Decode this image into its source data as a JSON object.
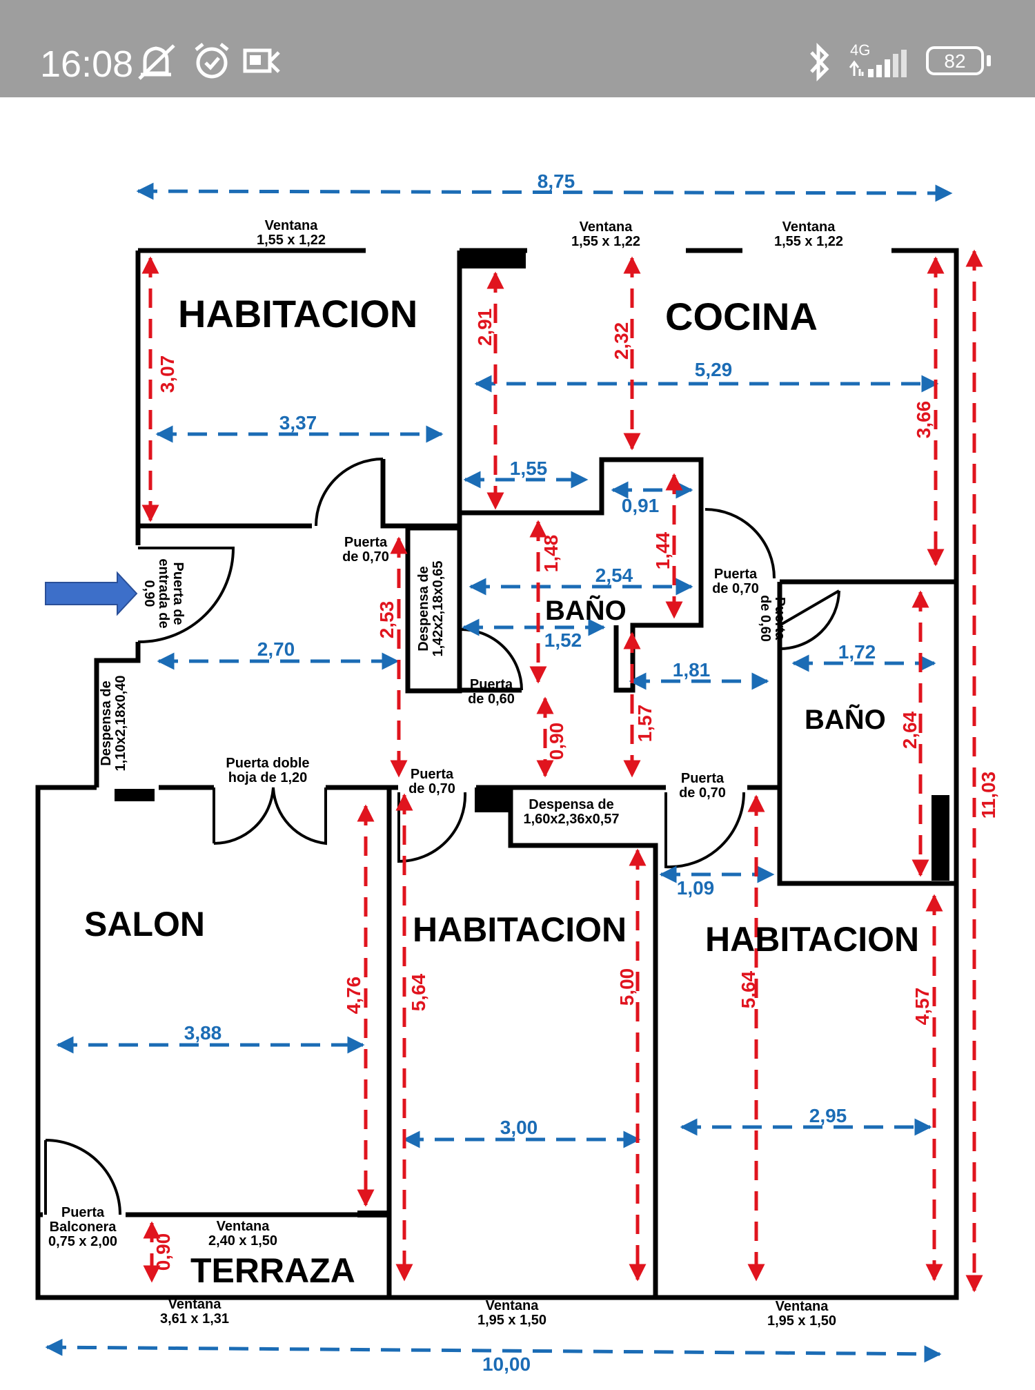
{
  "status_bar": {
    "time": "16:08",
    "network": "4G",
    "battery": "82",
    "icons": [
      "muted-bell-icon",
      "alarm-icon",
      "cast-icon",
      "bluetooth-icon",
      "signal-icon",
      "battery-icon"
    ]
  },
  "colors": {
    "horizontal_dimension": "#1b6cb5",
    "vertical_dimension": "#e0141e",
    "wall": "#000000",
    "entry_arrow": "#3d6fc9",
    "status_bar": "#9e9e9e"
  },
  "rooms": {
    "habitacion_top": "HABITACION",
    "cocina": "COCINA",
    "bano_center": "BAÑO",
    "bano_right": "BAÑO",
    "salon": "SALON",
    "habitacion_mid": "HABITACION",
    "habitacion_right": "HABITACION",
    "terraza": "TERRAZA"
  },
  "windows": {
    "top_left": [
      "Ventana",
      "1,55 x 1,22"
    ],
    "top_mid": [
      "Ventana",
      "1,55 x 1,22"
    ],
    "top_right": [
      "Ventana",
      "1,55 x 1,22"
    ],
    "terrace_inner": [
      "Ventana",
      "2,40 x 1,50"
    ],
    "bottom_left": [
      "Ventana",
      "3,61 x 1,31"
    ],
    "bottom_mid": [
      "Ventana",
      "1,95 x 1,50"
    ],
    "bottom_right": [
      "Ventana",
      "1,95 x 1,50"
    ]
  },
  "doors": {
    "entrada": [
      "Puerta de",
      "entrada de",
      "0,90"
    ],
    "habitacion_top": [
      "Puerta",
      "de  0,70"
    ],
    "bano_center": [
      "Puerta",
      "de  0,60"
    ],
    "cocina": [
      "Puerta",
      "de  0,70"
    ],
    "bano_right": [
      "Puerta",
      "de 0,60"
    ],
    "salon_double": [
      "Puerta doble",
      "hoja de  1,20"
    ],
    "habitacion_mid": [
      "Puerta",
      "de  0,70"
    ],
    "habitacion_right": [
      "Puerta",
      "de  0,70"
    ],
    "balconera": [
      "Puerta",
      "Balconera",
      "0,75 x 2,00"
    ]
  },
  "storage": {
    "center": [
      "Despensa de",
      "1,42x2,18x0,65"
    ],
    "left": [
      "Despensa de",
      "1,10x2,18x0,40"
    ],
    "lower": [
      "Despensa de",
      "1,60x2,36x0,57"
    ]
  },
  "dimensions": {
    "total_width_top": "8,75",
    "total_width_bottom": "10,00",
    "total_height": "11,03",
    "habitacion_top_w": "3,37",
    "habitacion_top_h": "3,07",
    "cocina_h_left": "2,91",
    "cocina_h_mid": "2,32",
    "cocina_w": "5,29",
    "cocina_h_right": "3,66",
    "cocina_alcove_w": "1,55",
    "bano_w_top": "0,91",
    "bano_h_left": "1,48",
    "bano_h_right": "1,44",
    "bano_w": "2,54",
    "bano_w_low": "1,52",
    "hall_w": "2,70",
    "hall_h": "2,53",
    "hall_gap": "0,90",
    "hall_h_right": "1,57",
    "hall_w_right": "1,81",
    "bano_right_w": "1,72",
    "bano_right_h": "2,64",
    "hall_door_w": "1,09",
    "salon_w": "3,88",
    "salon_h": "4,76",
    "habitacion_mid_h": "5,64",
    "habitacion_mid_h2": "5,00",
    "habitacion_mid_w": "3,00",
    "habitacion_right_h": "5,64",
    "habitacion_right_h2": "4,57",
    "habitacion_right_w": "2,95",
    "terraza_h": "0,90"
  }
}
